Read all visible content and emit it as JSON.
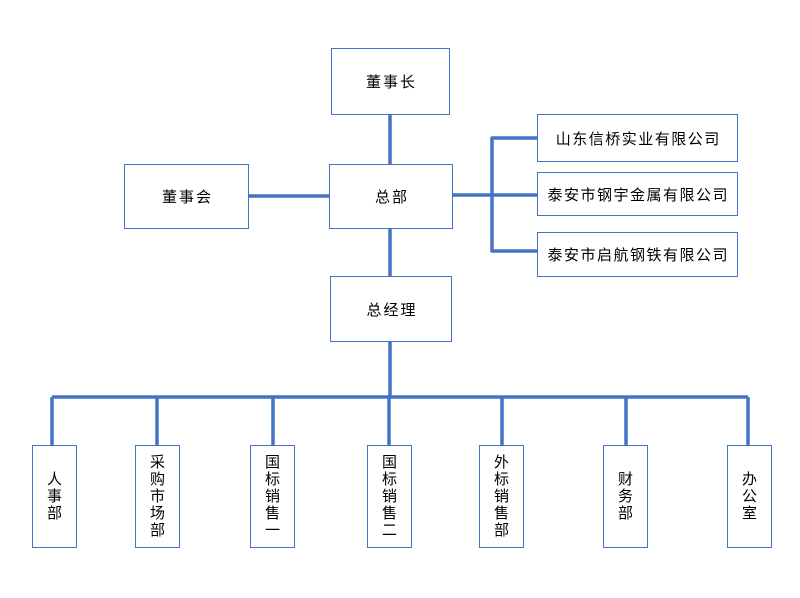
{
  "org_chart": {
    "nodes": {
      "chairman": {
        "label": "董事长"
      },
      "board": {
        "label": "董事会"
      },
      "headquarters": {
        "label": "总部"
      },
      "general_manager": {
        "label": "总经理"
      }
    },
    "subsidiaries": [
      {
        "label": "山东信桥实业有限公司"
      },
      {
        "label": "泰安市钢宇金属有限公司"
      },
      {
        "label": "泰安市启航钢铁有限公司"
      }
    ],
    "departments": [
      {
        "label": "人事部"
      },
      {
        "label": "采购市场部"
      },
      {
        "label": "国标销售一"
      },
      {
        "label": "国标销售二"
      },
      {
        "label": "外标销售部"
      },
      {
        "label": "财务部"
      },
      {
        "label": "办公室"
      }
    ],
    "colors": {
      "connector": "#4472c4",
      "box_border": "#4472c4",
      "box_fill": "#ffffff",
      "text": "#000000",
      "background": "#ffffff"
    }
  }
}
